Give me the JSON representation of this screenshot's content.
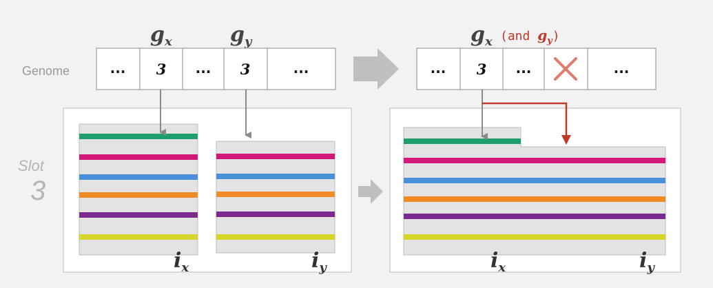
{
  "genome_label": "Genome",
  "slot_label": "Slot",
  "slot_number": "3",
  "left_genome": {
    "cells": [
      "...",
      "3",
      "...",
      "3",
      "..."
    ],
    "header_x": {
      "main": "g",
      "sub": "x"
    },
    "header_y": {
      "main": "g",
      "sub": "y"
    }
  },
  "right_genome": {
    "cells": [
      "...",
      "3",
      "...",
      "",
      "..."
    ],
    "header_main": "g",
    "header_sub": "x",
    "and_open": "(and ",
    "and_gene_main": "g",
    "and_gene_sub": "y",
    "and_close": ")",
    "removed_icon": "x-mark-icon"
  },
  "index_labels": {
    "left_x": {
      "main": "i",
      "sub": "x"
    },
    "left_y": {
      "main": "i",
      "sub": "y"
    },
    "right_x": {
      "main": "i",
      "sub": "x"
    },
    "right_y": {
      "main": "i",
      "sub": "y"
    }
  },
  "colors": {
    "line_colors": [
      "#1e9e6a",
      "#d2197a",
      "#4a90d9",
      "#f08a24",
      "#7b2a90",
      "#d6d62a"
    ],
    "arrow_gray": "#8a8a8a",
    "arrow_red": "#c0392b",
    "block_fill": "#e3e3e3",
    "block_border": "#bdbdbd",
    "cell_border": "#b0b0b0",
    "big_arrow": "#bfbfbf"
  }
}
